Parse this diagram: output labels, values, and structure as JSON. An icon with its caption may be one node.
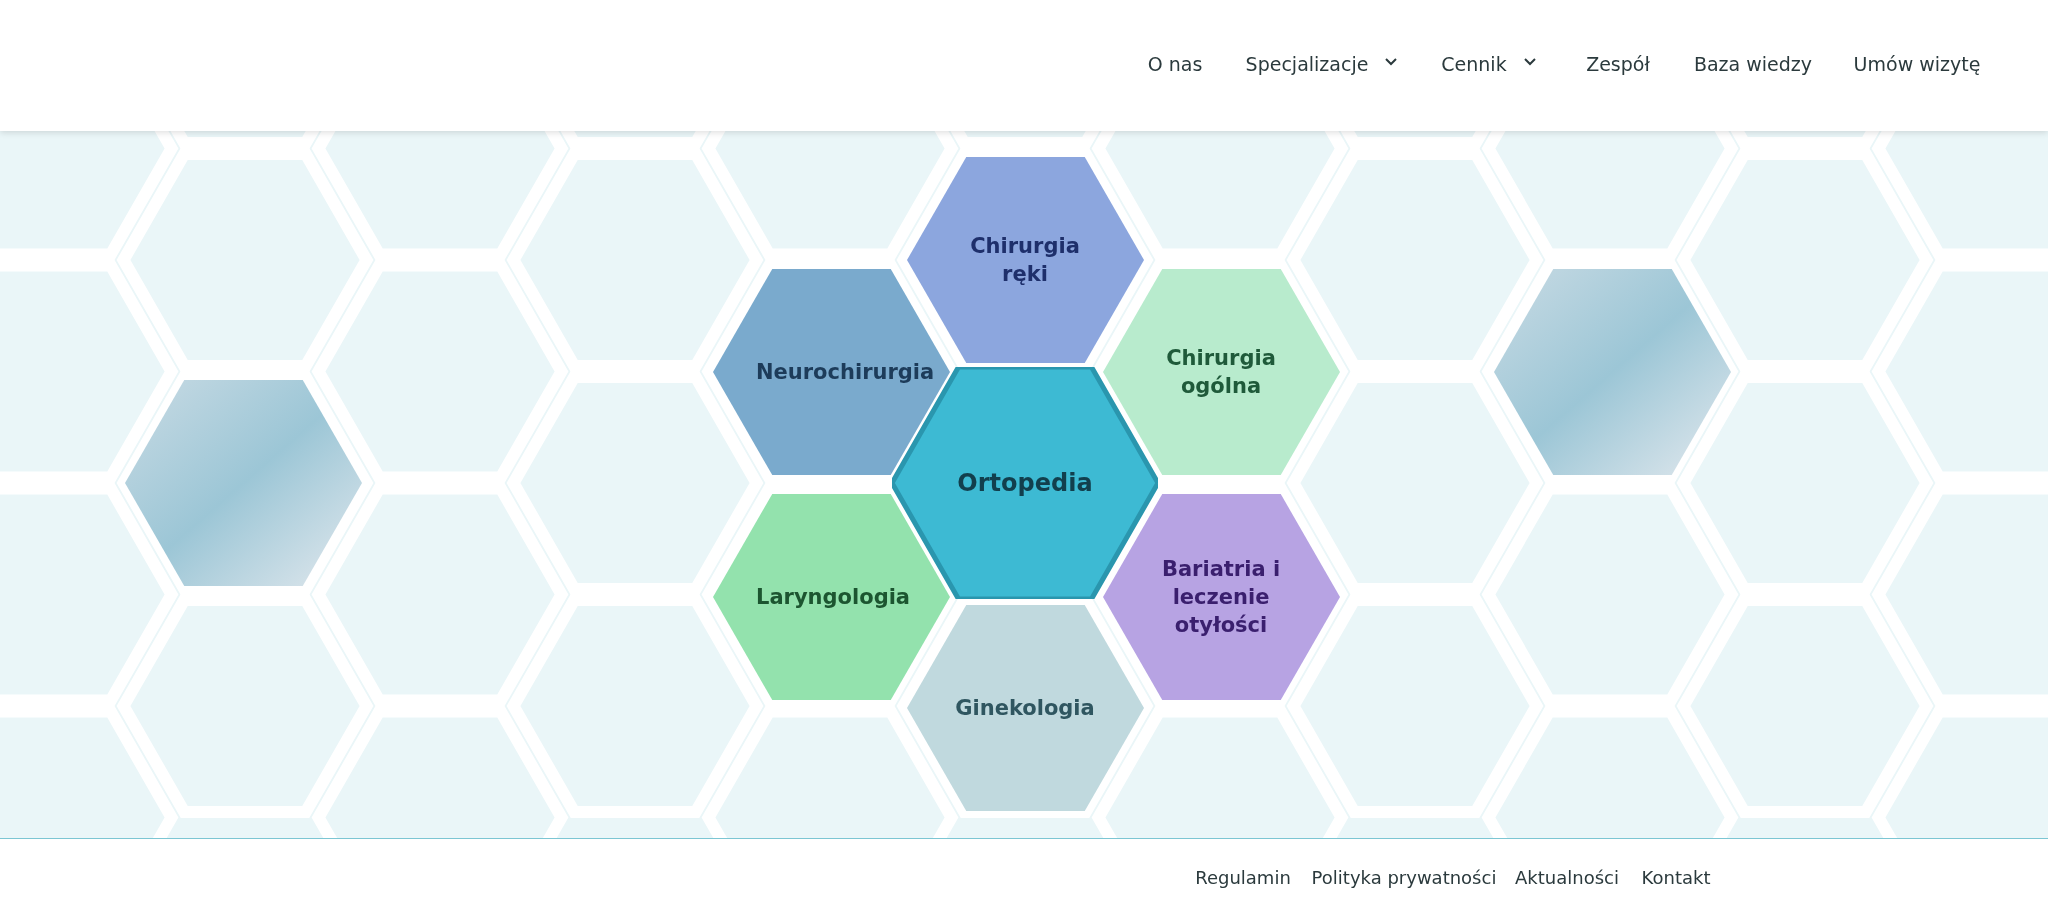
{
  "diagram": {
    "nodes": [
      {
        "text": [
          "Chirurgia ręki"
        ]
      },
      {
        "text": [
          "Neurochirurgia"
        ]
      },
      {
        "text": [
          "Chirurgia ogólna"
        ]
      },
      {
        "text": [],
        "shape": "picture"
      },
      {
        "text": [],
        "shape": "picture"
      },
      {
        "text": [
          "Ortopedia"
        ]
      },
      {
        "text": [
          "Laryngologia"
        ]
      },
      {
        "text": [
          "Bariatria i leczenie otyłości"
        ]
      },
      {
        "text": [
          "Ginekologia"
        ]
      }
    ],
    "edges": [],
    "labels": [
      "O nas",
      "Specjalizacje",
      "Cennik",
      "Zespół",
      "Baza wiedzy",
      "Umów wizytę",
      "Regulamin",
      "Polityka prywatności",
      "Aktualności",
      "Kontakt"
    ]
  }
}
